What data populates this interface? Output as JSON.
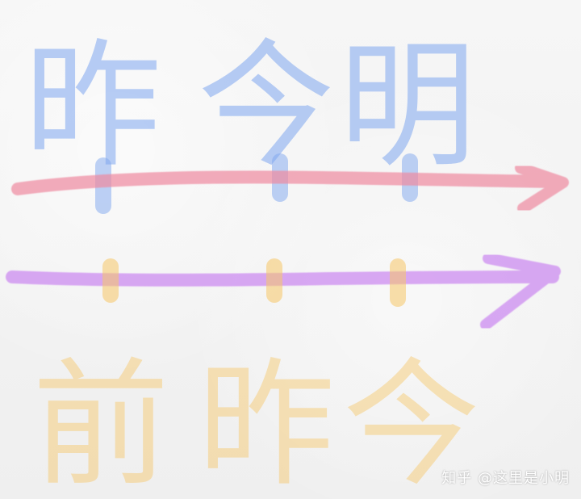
{
  "top_row": {
    "chars": [
      "昨",
      "今",
      "明"
    ],
    "color": "#7fa7f0"
  },
  "bottom_row": {
    "chars": [
      "前",
      "昨",
      "今"
    ],
    "color": "#f7c767"
  },
  "top_arrow_color": "#ef8aa0",
  "bottom_arrow_color": "#c77df0",
  "watermark": "知乎 @这里是小明"
}
